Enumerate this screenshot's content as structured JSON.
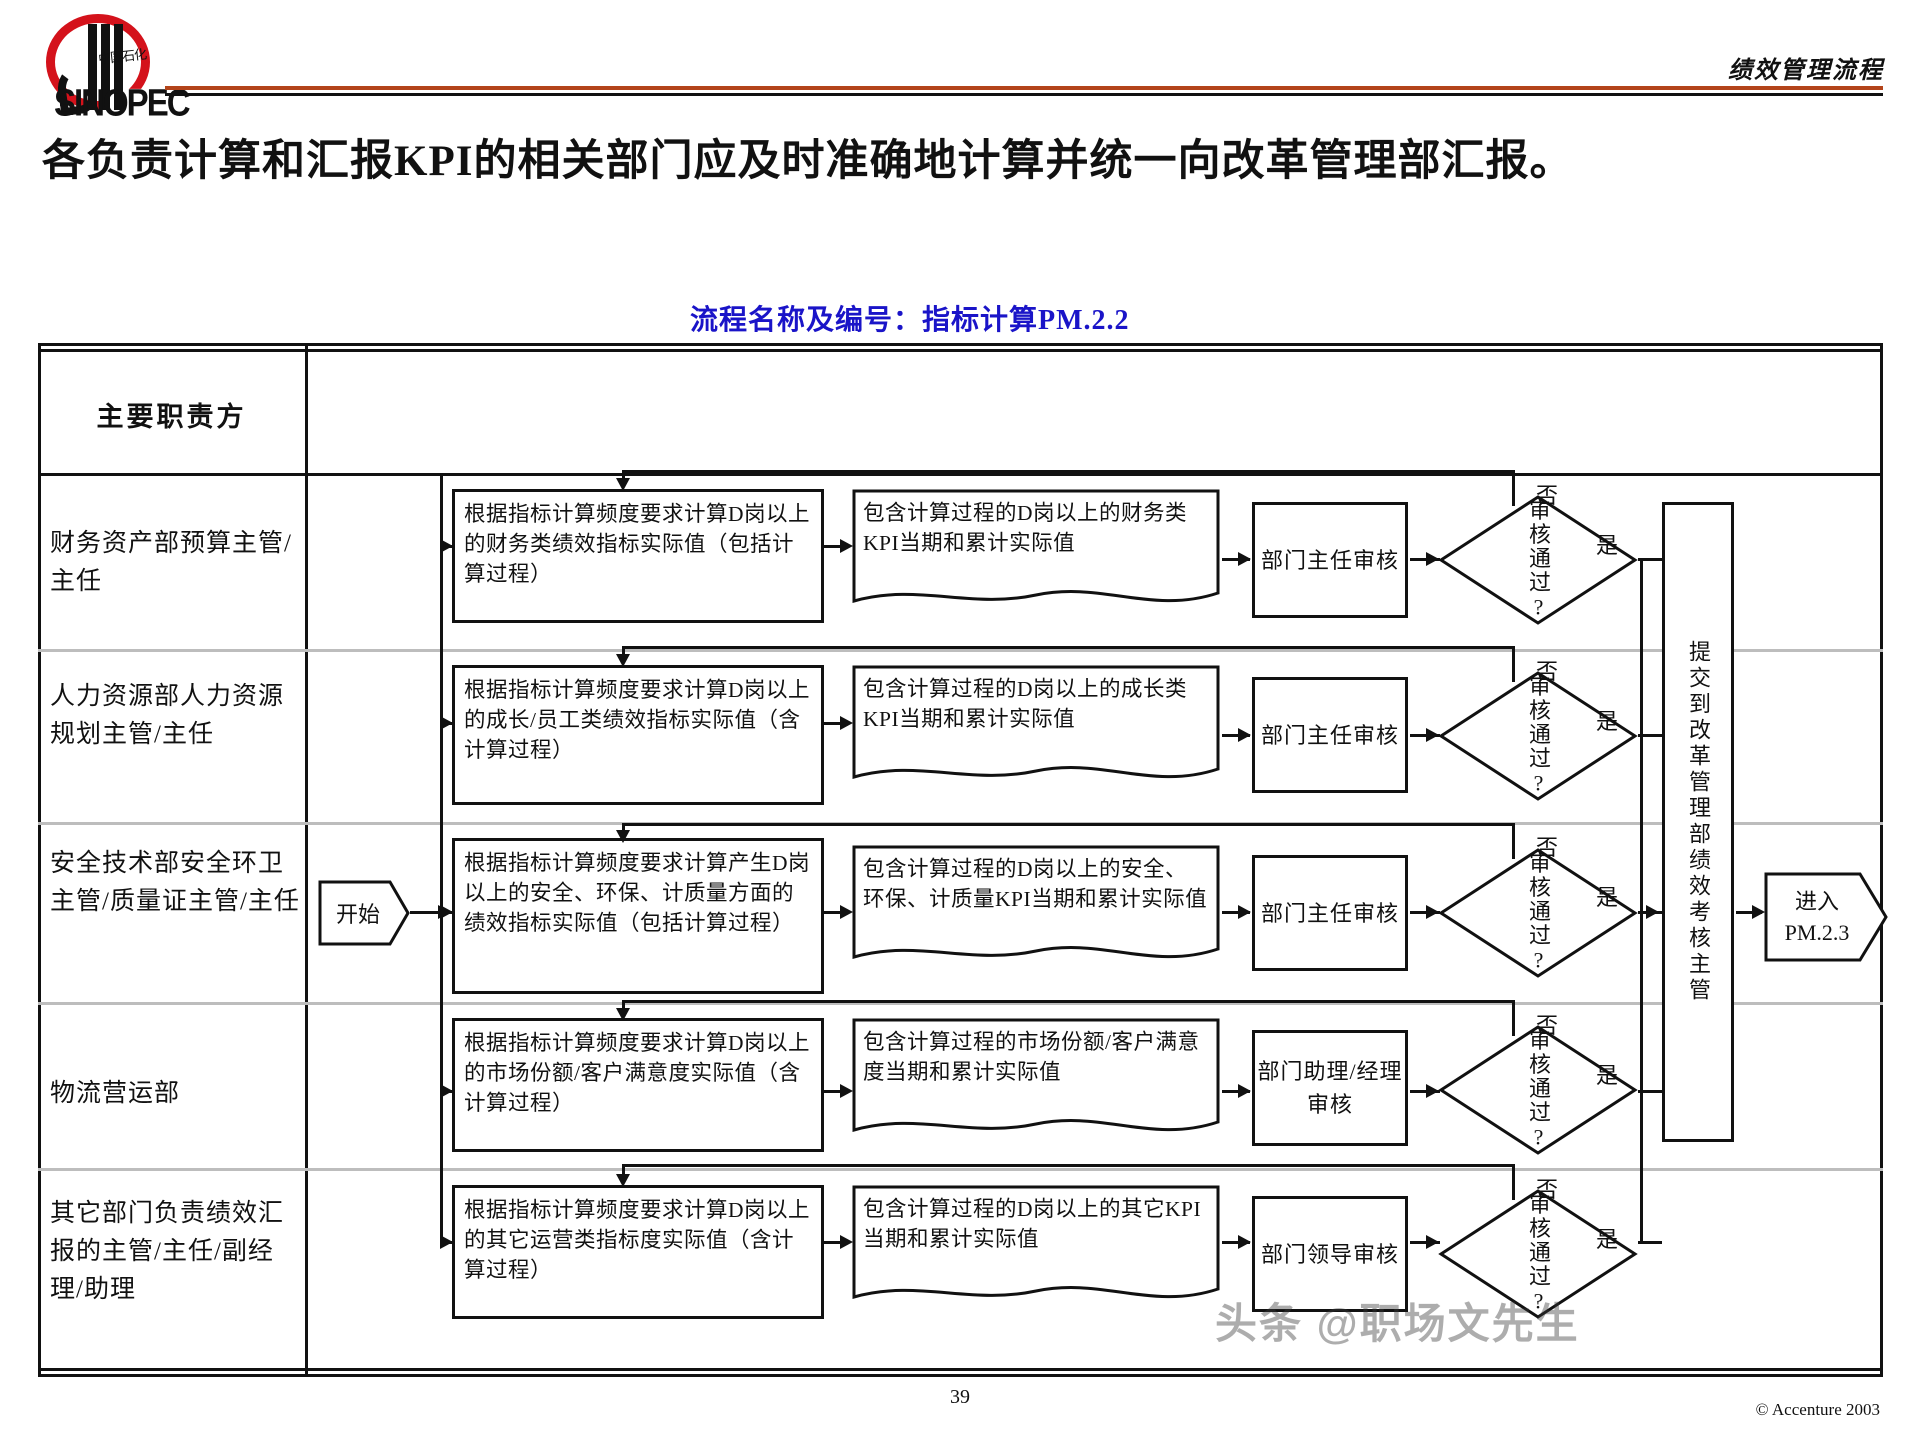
{
  "header": {
    "logo_cn": "中国石化",
    "logo_word": "SINOPEC",
    "section_label": "绩效管理流程"
  },
  "main_title": "各负责计算和汇报KPI的相关部门应及时准确地计算并统一向改革管理部汇报。",
  "sub_title": "流程名称及编号：指标计算PM.2.2",
  "chart": {
    "column_header": "主要职责方",
    "start_label": "开始",
    "submit_box_label": "提交到改革管理部绩效考核主管",
    "next_process_label_line1": "进入",
    "next_process_label_line2": "PM.2.3",
    "decision_label": "审核通过?",
    "decision_no": "否",
    "decision_yes": "是",
    "lanes": [
      {
        "role": "财务资产部预算主管/主任",
        "calc": "根据指标计算频度要求计算D岗以上的财务类绩效指标实际值（包括计算过程）",
        "doc": "包含计算过程的D岗以上的财务类KPI当期和累计实际值",
        "review": "部门主任审核"
      },
      {
        "role": "人力资源部人力资源规划主管/主任",
        "calc": "根据指标计算频度要求计算D岗以上的成长/员工类绩效指标实际值（含计算过程）",
        "doc": "包含计算过程的D岗以上的成长类KPI当期和累计实际值",
        "review": "部门主任审核"
      },
      {
        "role": "安全技术部安全环卫主管/质量证主管/主任",
        "calc": "根据指标计算频度要求计算产生D岗以上的安全、环保、计质量方面的绩效指标实际值（包括计算过程）",
        "doc": "包含计算过程的D岗以上的安全、环保、计质量KPI当期和累计实际值",
        "review": "部门主任审核"
      },
      {
        "role": "物流营运部",
        "calc": "根据指标计算频度要求计算D岗以上的市场份额/客户满意度实际值（含计算过程）",
        "doc": "包含计算过程的市场份额/客户满意度当期和累计实际值",
        "review": "部门助理/经理审核"
      },
      {
        "role": "其它部门负责绩效汇报的主管/主任/副经理/助理",
        "calc": "根据指标计算频度要求计算D岗以上的其它运营类指标度实际值（含计算过程）",
        "doc": "包含计算过程的D岗以上的其它KPI当期和累计实际值",
        "review": "部门领导审核"
      }
    ]
  },
  "footer": {
    "page_number": "39",
    "copyright": "© Accenture 2003",
    "watermark": "头条 @职场文先生"
  },
  "colors": {
    "accent_red": "#b3441a",
    "subtitle_blue": "#1a14c8",
    "line_black": "#111111",
    "lane_separator": "#bdbdbd"
  }
}
